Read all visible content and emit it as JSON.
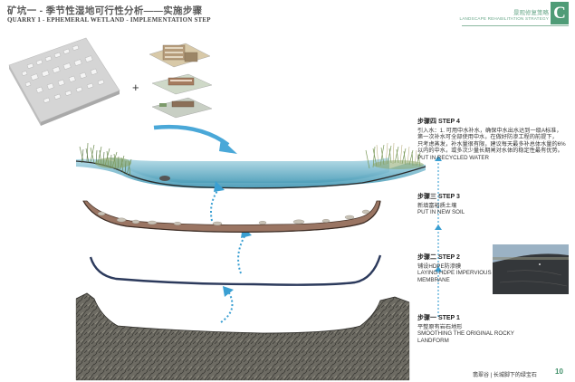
{
  "header": {
    "title_cn": "矿坑一 - 季节性湿地可行性分析——实施步骤",
    "title_en": "QUARRY 1 - EPHEMERAL WETLAND - IMPLEMENTATION STEP",
    "section_cn": "景观修复策略",
    "section_en": "LANDSCAPE REHABILITATION STRATEGY",
    "section_letter": "C"
  },
  "diagram": {
    "plus": "+"
  },
  "steps": {
    "step4": {
      "heading": "步骤四 STEP 4",
      "lines": [
        "引入水：1. 可用中水补水，确保中水出水达到一级A标准，",
        "第一次补水可全部使用中水，在做好防渗工程的前提下，",
        "只考虑蒸发，补水量很有限，建议每天最多补总体水量的6%",
        "以内的中水，或多次少量长期闸对水体的稳定性最有优势。",
        "PUT IN RECYCLED WATER"
      ]
    },
    "step3": {
      "heading": "步骤三 STEP 3",
      "lines": [
        "新填富裕质土壤",
        "PUT IN NEW SOIL"
      ]
    },
    "step2": {
      "heading": "步骤二 STEP 2",
      "lines": [
        "铺设HDPE防渗膜",
        "LAYING HDPE IMPERVIOUS",
        "MEMBRANE"
      ]
    },
    "step1": {
      "heading": "步骤一 STEP 1",
      "lines": [
        "平整原有岩石地形",
        "SMOOTHING THE ORIGINAL ROCKY",
        "LANDFORM"
      ]
    }
  },
  "footer": {
    "text": "翡翠谷 | 长城脚下的绿宝石",
    "page": "10"
  },
  "colors": {
    "accent": "#4f9c77",
    "water": "#8fc9d8",
    "soil": "#9a7563",
    "membrane": "#2c3a5c",
    "rock": "#5a5a52",
    "arrow": "#4aa8d8"
  }
}
